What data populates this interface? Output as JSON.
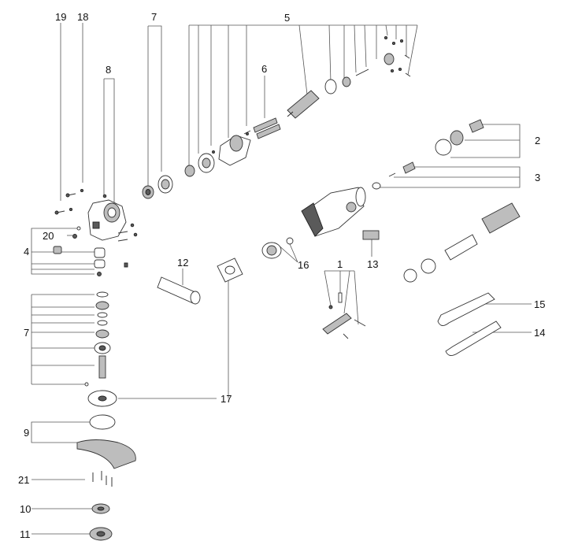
{
  "callouts": {
    "c1": "1",
    "c2": "2",
    "c3": "3",
    "c4": "4",
    "c5": "5",
    "c6": "6",
    "c7_top": "7",
    "c7_left": "7",
    "c8": "8",
    "c9": "9",
    "c10": "10",
    "c11": "11",
    "c12": "12",
    "c13": "13",
    "c14": "14",
    "c15": "15",
    "c16": "16",
    "c17": "17",
    "c18": "18",
    "c19": "19",
    "c20": "20",
    "c21": "21"
  }
}
